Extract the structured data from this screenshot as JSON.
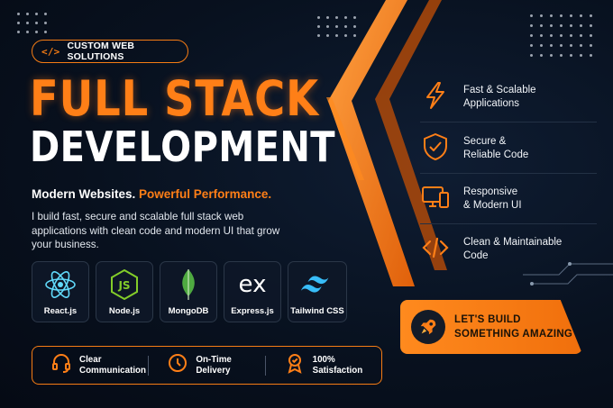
{
  "badge": {
    "icon": "code-icon",
    "glyph": "</>",
    "label": "CUSTOM WEB SOLUTIONS"
  },
  "title": {
    "line1": "FULL STACK",
    "line2": "DEVELOPMENT"
  },
  "subtitle": {
    "part1": "Modern Websites.",
    "part2": "Powerful Performance."
  },
  "description": "I build fast, secure and scalable full stack web applications with clean code and modern UI that grow your business.",
  "tech_stack": [
    {
      "icon": "react-icon",
      "label": "React.js"
    },
    {
      "icon": "nodejs-icon",
      "label": "Node.js"
    },
    {
      "icon": "mongodb-icon",
      "label": "MongoDB"
    },
    {
      "icon": "express-icon",
      "label": "Express.js",
      "logo_text": "ex"
    },
    {
      "icon": "tailwind-icon",
      "label": "Tailwind CSS"
    }
  ],
  "guarantees": [
    {
      "icon": "headset-icon",
      "line1": "Clear",
      "line2": "Communication"
    },
    {
      "icon": "clock-icon",
      "line1": "On-Time",
      "line2": "Delivery"
    },
    {
      "icon": "award-icon",
      "line1": "100%",
      "line2": "Satisfaction"
    }
  ],
  "features": [
    {
      "icon": "lightning-icon",
      "line1": "Fast & Scalable",
      "line2": "Applications"
    },
    {
      "icon": "shield-check-icon",
      "line1": "Secure &",
      "line2": "Reliable Code"
    },
    {
      "icon": "devices-icon",
      "line1": "Responsive",
      "line2": "& Modern UI"
    },
    {
      "icon": "code-icon",
      "line1": "Clean & Maintainable",
      "line2": "Code"
    }
  ],
  "cta": {
    "icon": "rocket-icon",
    "line1": "LET'S BUILD",
    "line2": "SOMETHING AMAZING"
  },
  "colors": {
    "accent": "#ff7f17",
    "background": "#08111f",
    "text": "#ffffff"
  }
}
